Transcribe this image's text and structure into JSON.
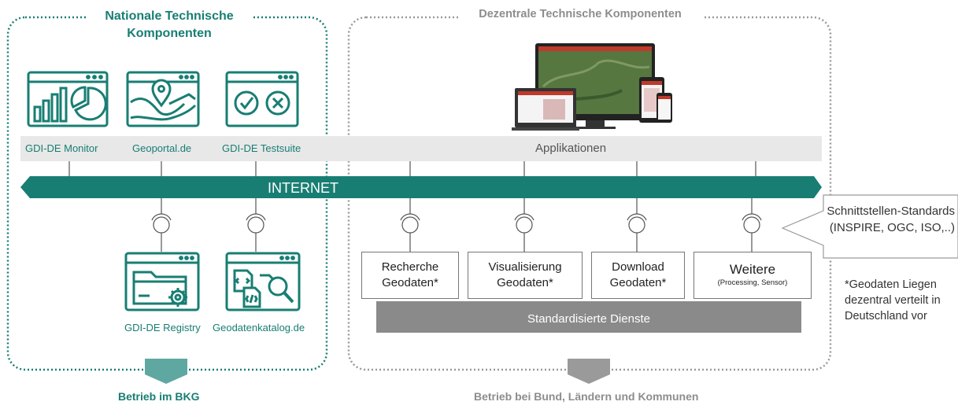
{
  "national": {
    "title": "Nationale Technische Komponenten",
    "tools": [
      {
        "label": "GDI-DE Monitor",
        "icon": "monitor-dashboard-icon"
      },
      {
        "label": "Geoportal.de",
        "icon": "map-pin-icon"
      },
      {
        "label": "GDI-DE Testsuite",
        "icon": "check-cross-icon"
      }
    ],
    "lower_tools": [
      {
        "label": "GDI-DE Registry",
        "icon": "folder-gear-icon"
      },
      {
        "label": "Geodatenkatalog.de",
        "icon": "document-search-icon"
      }
    ],
    "footer": "Betrieb im BKG"
  },
  "dezentral": {
    "title": "Dezentrale Technische Komponenten",
    "applications_label": "Applikationen",
    "services": [
      {
        "line1": "Recherche",
        "line2": "Geodaten*"
      },
      {
        "line1": "Visualisierung",
        "line2": "Geodaten*"
      },
      {
        "line1": "Download",
        "line2": "Geodaten*"
      },
      {
        "line1": "Weitere",
        "line2": "(Processing, Sensor)"
      }
    ],
    "standard_services_label": "Standardisierte Dienste",
    "footer": "Betrieb bei Bund, Ländern und Kommunen"
  },
  "internet_label": "INTERNET",
  "callout": "Schnittstellen-Standards (INSPIRE, OGC, ISO,..)",
  "note": "*Geodaten Liegen dezentral verteilt in Deutschland vor",
  "colors": {
    "teal": "#187e73",
    "grey": "#8d8d8d",
    "light_grey_band": "#e8e8e8",
    "dark_grey_bar": "#8a8a8a",
    "device_red": "#c0392b"
  }
}
